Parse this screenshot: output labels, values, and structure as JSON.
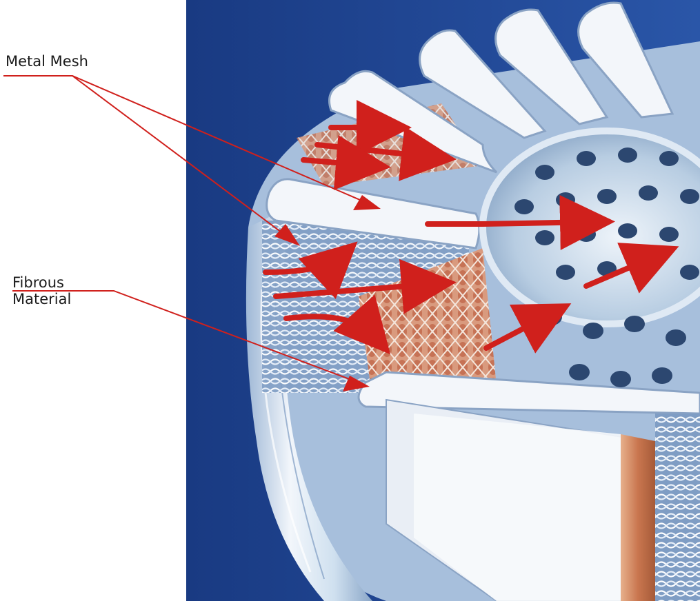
{
  "labels": {
    "metal_mesh": "Metal Mesh",
    "fibrous_line1": "Fibrous",
    "fibrous_line2": "Material"
  },
  "colors": {
    "background_panel": "#1c3f8a",
    "callout_line": "#d0201c",
    "flow_arrow": "#d0201c",
    "cylinder_metal": "#c9d8e8",
    "fibrous_media": "#d98a6c",
    "label_text": "#1a1a1a"
  },
  "components": [
    "perforated-core-icon",
    "pleated-filter-media-icon",
    "wire-mesh-icon",
    "flow-arrow-icon"
  ]
}
